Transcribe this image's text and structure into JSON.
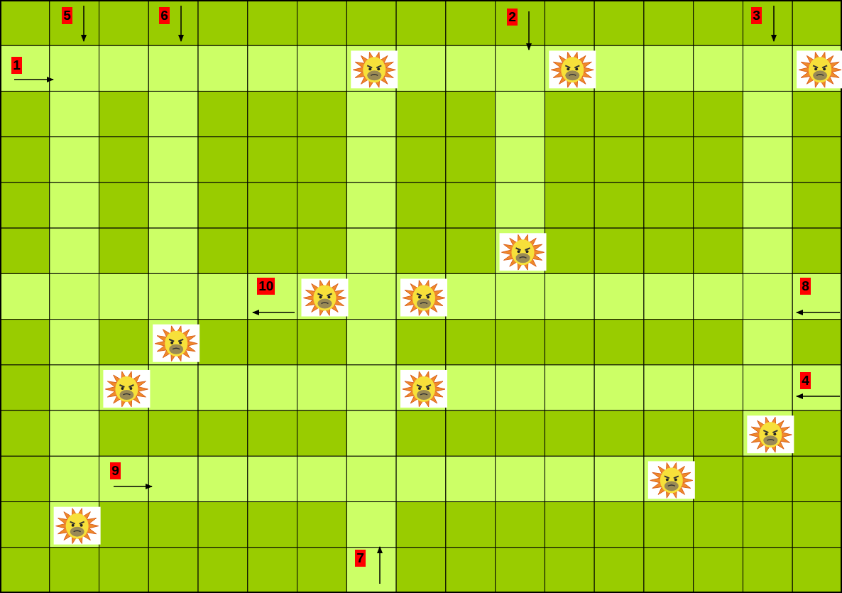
{
  "diagram": {
    "labels": [
      "5",
      "6",
      "2",
      "3",
      "1",
      "10",
      "8",
      "4",
      "9",
      "7"
    ]
  }
}
